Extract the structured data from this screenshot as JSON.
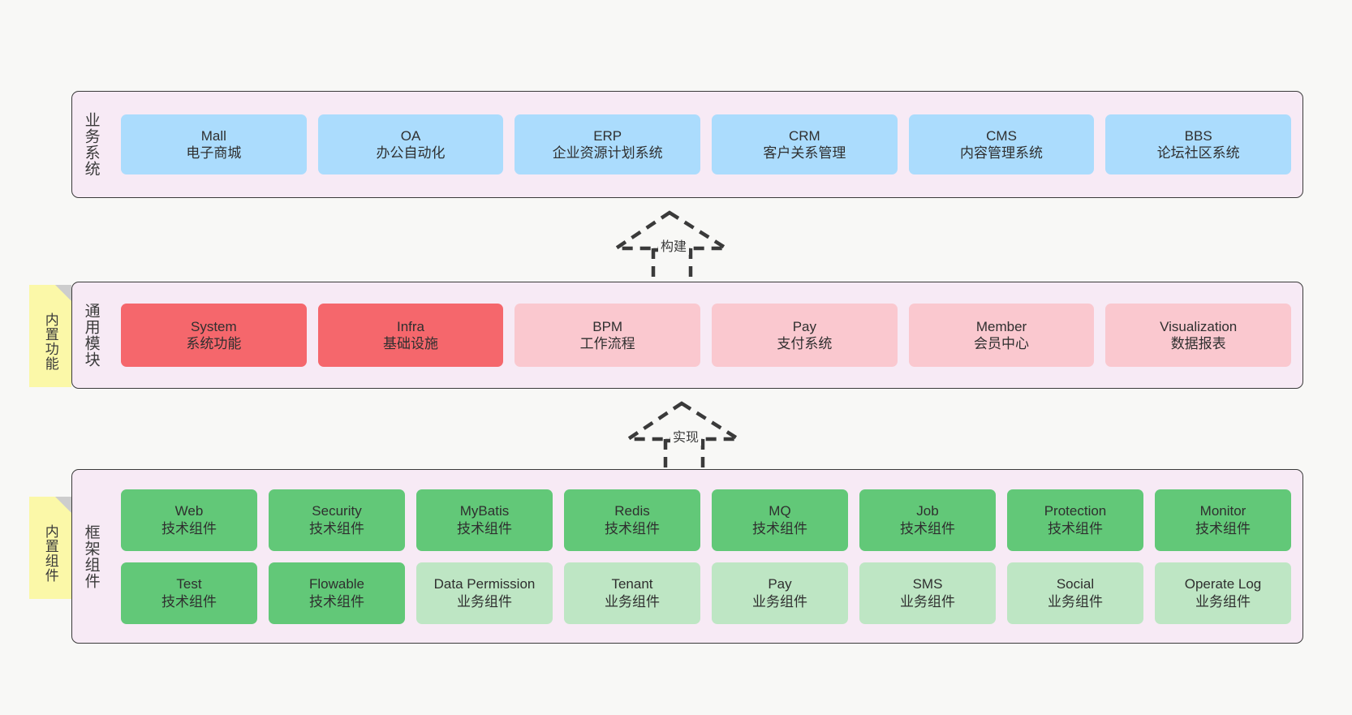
{
  "diagram": {
    "background": "#f8f8f6",
    "layers": [
      {
        "id": "business-system",
        "title": "业务系统",
        "rows": [
          {
            "cards": [
              {
                "name": "Mall",
                "desc": "电子商城",
                "color": "blue"
              },
              {
                "name": "OA",
                "desc": "办公自动化",
                "color": "blue"
              },
              {
                "name": "ERP",
                "desc": "企业资源计划系统",
                "color": "blue"
              },
              {
                "name": "CRM",
                "desc": "客户关系管理",
                "color": "blue"
              },
              {
                "name": "CMS",
                "desc": "内容管理系统",
                "color": "blue"
              },
              {
                "name": "BBS",
                "desc": "论坛社区系统",
                "color": "blue"
              }
            ]
          }
        ]
      },
      {
        "id": "common-module",
        "title": "通用模块",
        "note": "内置功能",
        "rows": [
          {
            "cards": [
              {
                "name": "System",
                "desc": "系统功能",
                "color": "red"
              },
              {
                "name": "Infra",
                "desc": "基础设施",
                "color": "red"
              },
              {
                "name": "BPM",
                "desc": "工作流程",
                "color": "pink"
              },
              {
                "name": "Pay",
                "desc": "支付系统",
                "color": "pink"
              },
              {
                "name": "Member",
                "desc": "会员中心",
                "color": "pink"
              },
              {
                "name": "Visualization",
                "desc": "数据报表",
                "color": "pink"
              }
            ]
          }
        ]
      },
      {
        "id": "framework-component",
        "title": "框架组件",
        "note": "内置组件",
        "rows": [
          {
            "cards": [
              {
                "name": "Web",
                "desc": "技术组件",
                "color": "green"
              },
              {
                "name": "Security",
                "desc": "技术组件",
                "color": "green"
              },
              {
                "name": "MyBatis",
                "desc": "技术组件",
                "color": "green"
              },
              {
                "name": "Redis",
                "desc": "技术组件",
                "color": "green"
              },
              {
                "name": "MQ",
                "desc": "技术组件",
                "color": "green"
              },
              {
                "name": "Job",
                "desc": "技术组件",
                "color": "green"
              },
              {
                "name": "Protection",
                "desc": "技术组件",
                "color": "green"
              },
              {
                "name": "Monitor",
                "desc": "技术组件",
                "color": "green"
              }
            ]
          },
          {
            "cards": [
              {
                "name": "Test",
                "desc": "技术组件",
                "color": "green"
              },
              {
                "name": "Flowable",
                "desc": "技术组件",
                "color": "green"
              },
              {
                "name": "Data Permission",
                "desc": "业务组件",
                "color": "lgreen"
              },
              {
                "name": "Tenant",
                "desc": "业务组件",
                "color": "lgreen"
              },
              {
                "name": "Pay",
                "desc": "业务组件",
                "color": "lgreen"
              },
              {
                "name": "SMS",
                "desc": "业务组件",
                "color": "lgreen"
              },
              {
                "name": "Social",
                "desc": "业务组件",
                "color": "lgreen"
              },
              {
                "name": "Operate Log",
                "desc": "业务组件",
                "color": "lgreen"
              }
            ]
          }
        ]
      }
    ],
    "connectors": [
      {
        "id": "build",
        "label": "构建"
      },
      {
        "id": "implement",
        "label": "实现"
      }
    ],
    "palette": {
      "blue": "#abdcfd",
      "red": "#f5676c",
      "pink": "#fac8cf",
      "green": "#62c878",
      "light_green": "#bee6c4",
      "container": "#f7eaf5",
      "note": "#fbf8a8",
      "border": "#3a3a3a"
    }
  }
}
